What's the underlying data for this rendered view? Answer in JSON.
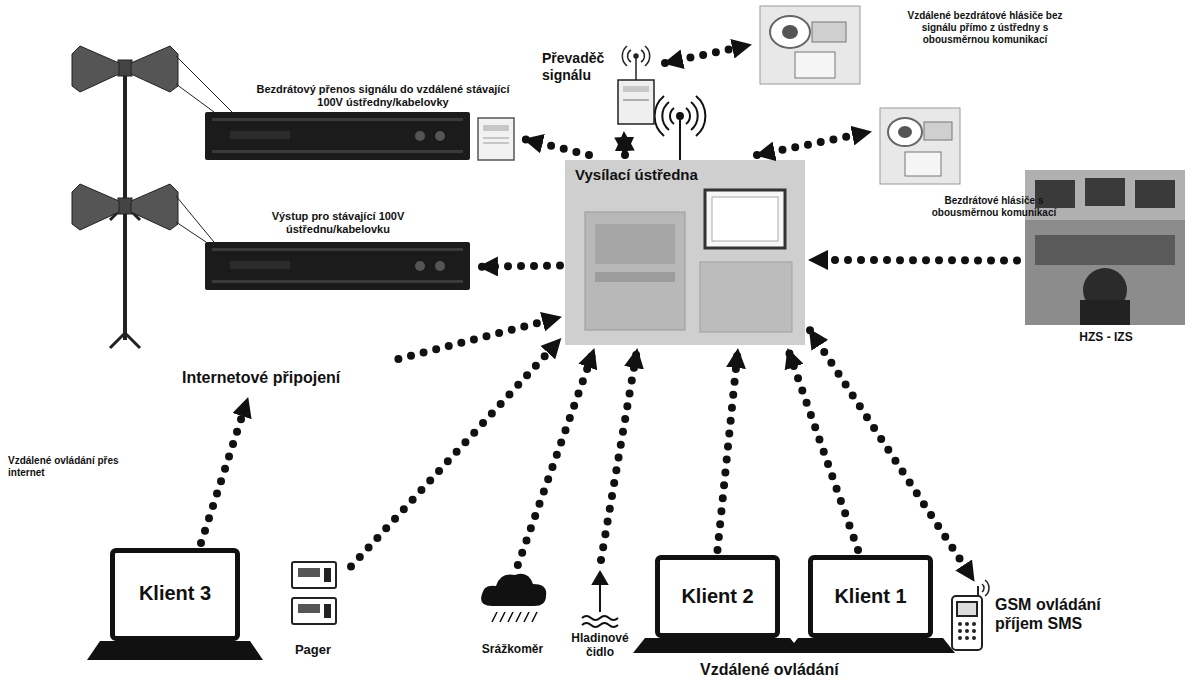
{
  "diagram": {
    "nodes": [
      {
        "text": [
          "Vysílací ústředna"
        ]
      },
      {
        "text": [
          "Převaděč signálu"
        ]
      },
      {
        "text": [
          "Vzdálené bezdrátové hlásiče bez signálu přímo z ústředny s obousměrnou komunikací"
        ]
      },
      {
        "text": [
          "Bezdrátové hlásiče s obousměrnou komunikací"
        ]
      },
      {
        "text": [
          "Bezdrátový přenos signálu do vzdálené stávající 100V ústředny/kabelovky"
        ]
      },
      {
        "text": [
          "Výstup pro stávající 100V ústřednu/kabelovku"
        ]
      },
      {
        "text": [
          "HZS - IZS"
        ]
      },
      {
        "text": [
          "Internetové připojení"
        ]
      },
      {
        "text": [
          "Klient 3"
        ]
      },
      {
        "text": [
          "Pager"
        ]
      },
      {
        "text": [
          "Srážkoměr"
        ]
      },
      {
        "text": [
          "Hladinové čidlo"
        ]
      },
      {
        "text": [
          "Klient 2"
        ]
      },
      {
        "text": [
          "Klient 1"
        ]
      },
      {
        "text": [
          "GSM ovládání příjem SMS"
        ]
      }
    ],
    "edges": [
      {
        "from": 0,
        "to": 1,
        "arrow": "both"
      },
      {
        "from": 1,
        "to": 2,
        "arrow": "both"
      },
      {
        "from": 0,
        "to": 4,
        "arrow": "to"
      },
      {
        "from": 0,
        "to": 3,
        "arrow": "both"
      },
      {
        "from": 0,
        "to": 5,
        "arrow": "to"
      },
      {
        "from": 6,
        "to": 0,
        "arrow": "to"
      },
      {
        "from": 8,
        "to": 7,
        "arrow": "to"
      },
      {
        "from": 7,
        "to": 0,
        "arrow": "to"
      },
      {
        "from": 9,
        "to": 0,
        "arrow": "to"
      },
      {
        "from": 10,
        "to": 0,
        "arrow": "to"
      },
      {
        "from": 11,
        "to": 0,
        "arrow": "to"
      },
      {
        "from": 12,
        "to": 0,
        "arrow": "to"
      },
      {
        "from": 13,
        "to": 0,
        "arrow": "to"
      },
      {
        "from": 0,
        "to": 14,
        "arrow": "both"
      }
    ],
    "labels": [
      "Vzdálené ovládání přes internet",
      "Vzdálené ovládání"
    ]
  }
}
